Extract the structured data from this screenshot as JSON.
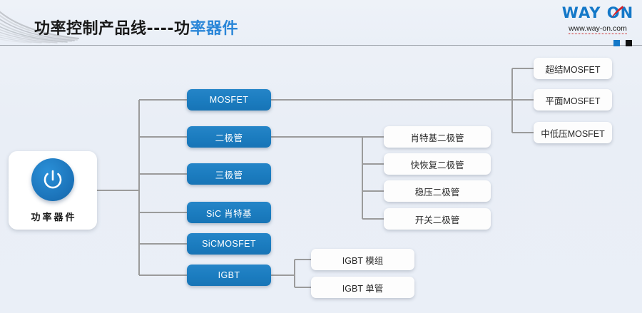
{
  "header": {
    "title_main": "功率控制产品线----功",
    "title_accent": "率器件",
    "brand_name": "WAY ON",
    "brand_url": "www.way-on.com"
  },
  "diagram": {
    "root": {
      "label": "功率器件",
      "icon": "power-icon"
    },
    "level1": [
      {
        "id": "mosfet",
        "label": "MOSFET"
      },
      {
        "id": "diode",
        "label": "二极管"
      },
      {
        "id": "transistor",
        "label": "三极管"
      },
      {
        "id": "sic-sbd",
        "label": "SiC 肖特基"
      },
      {
        "id": "sic-mosfet",
        "label": "SiCMOSFET"
      },
      {
        "id": "igbt",
        "label": "IGBT"
      }
    ],
    "mosfet_children": [
      {
        "label": "超结MOSFET"
      },
      {
        "label": "平面MOSFET"
      },
      {
        "label": "中低压MOSFET"
      }
    ],
    "diode_children": [
      {
        "label": "肖特基二极管"
      },
      {
        "label": "快恢复二极管"
      },
      {
        "label": "稳压二极管"
      },
      {
        "label": "开关二极管"
      }
    ],
    "igbt_children": [
      {
        "label": "IGBT 模组"
      },
      {
        "label": "IGBT 单管"
      }
    ]
  },
  "colors": {
    "brand_blue": "#1478c8",
    "node_blue": "#1b7cbf",
    "accent_text": "#2a86d8",
    "line_grey": "#9b9b9b",
    "background": "#eaeff7"
  }
}
